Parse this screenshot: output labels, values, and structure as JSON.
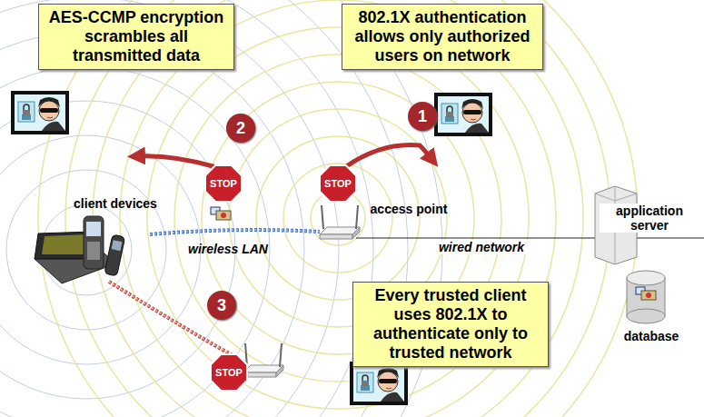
{
  "diagram": {
    "nodes": [
      {
        "text": [
          "AES-CCMP encryption scrambles all transmitted data"
        ]
      },
      {
        "text": [
          "802.1X authentication allows only authorized users on network"
        ]
      },
      {
        "text": [
          "Every trusted client uses 802.1X to authenticate only to trusted network"
        ]
      },
      {
        "text": [
          "1"
        ]
      },
      {
        "text": [
          "2"
        ]
      },
      {
        "text": [
          "3"
        ]
      },
      {
        "text": [
          "STOP"
        ]
      },
      {
        "text": [
          "STOP"
        ]
      },
      {
        "text": [
          "STOP"
        ]
      }
    ],
    "labels": [
      "client devices",
      "access point",
      "wireless LAN",
      "wired network",
      "application server",
      "database"
    ]
  }
}
